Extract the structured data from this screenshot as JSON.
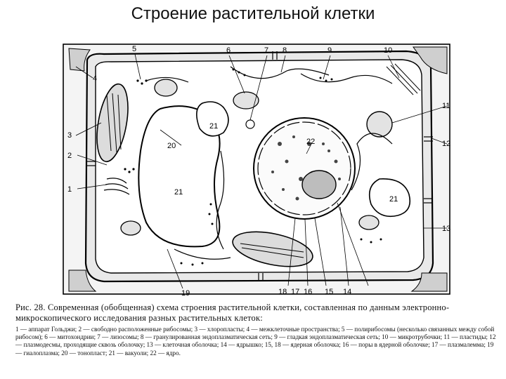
{
  "slide": {
    "title": "Строение растительной клетки"
  },
  "diagram": {
    "labels": [
      "1",
      "2",
      "3",
      "4",
      "5",
      "6",
      "7",
      "8",
      "9",
      "10",
      "11",
      "12",
      "13",
      "14",
      "15",
      "16",
      "17",
      "18",
      "19",
      "20",
      "21",
      "21",
      "21",
      "22"
    ]
  },
  "caption": {
    "main": "Рис. 28. Современная (обобщенная) схема строения растительной клетки, составленная по данным электронно-микроскопического исследования разных растительных клеток:",
    "legend": "1 — аппарат Гольджи; 2 — свободно расположенные рибосомы; 3 — хлоропласты; 4 — межклеточные пространства; 5 — полирибосомы (несколько связанных между собой рибосом); 6 — митохондрии; 7 — лизосомы; 8 — гранулированная эндоплазматическая сеть; 9 — гладкая эндоплазматическая сеть; 10 — микротрубочки; 11 — пластиды; 12 — плазмодесмы, проходящие сквозь оболочку; 13 — клеточная оболочка; 14 — ядрышко; 15, 18 — ядерная оболочка; 16 — поры в ядерной оболочке; 17 — плазмалемма; 19 — гиалоплазма; 20 — тонопласт; 21 — вакуоли; 22 — ядро."
  }
}
